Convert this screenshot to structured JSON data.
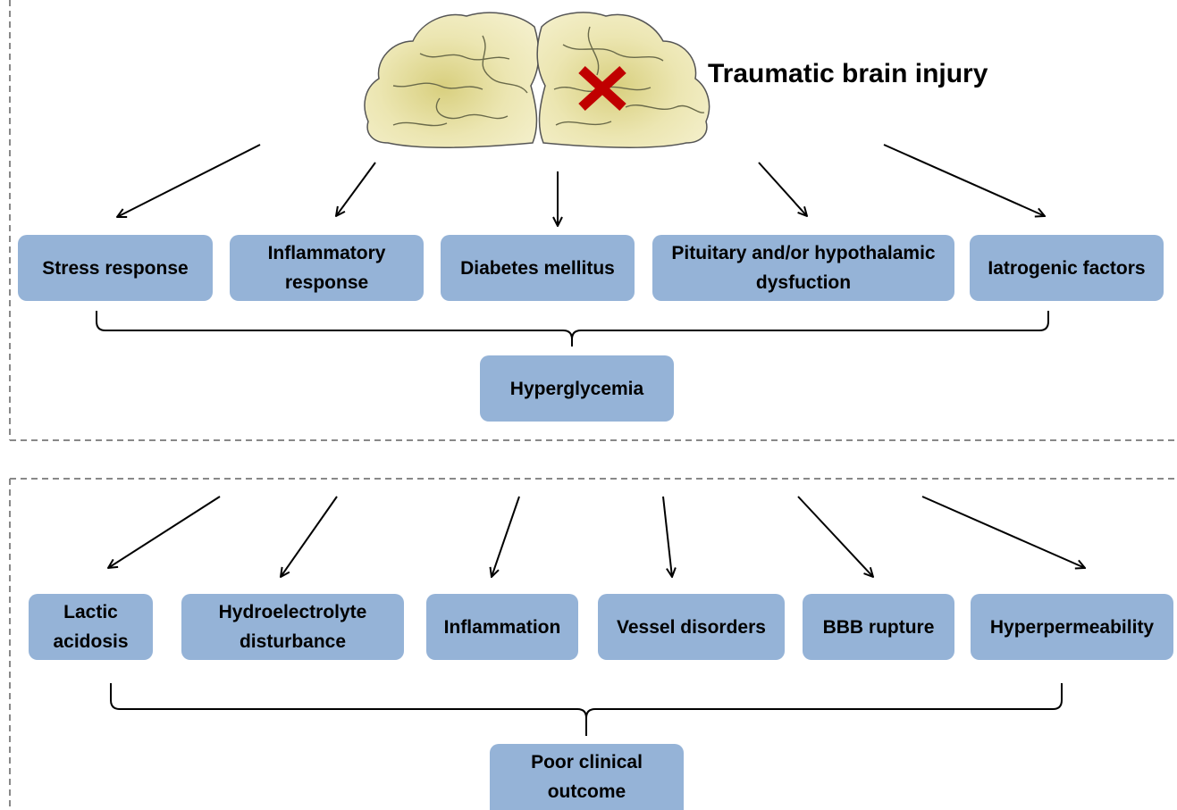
{
  "title": "Traumatic brain injury",
  "causes": [
    "Stress response",
    "Inflammatory response",
    "Diabetes mellitus",
    "Pituitary and/or hypothalamic dysfuction",
    "Iatrogenic factors"
  ],
  "center": "Hyperglycemia",
  "effects": [
    "Lactic acidosis",
    "Hydroelectrolyte disturbance",
    "Inflammation",
    "Vessel disorders",
    "BBB rupture",
    "Hyperpermeability"
  ],
  "outcome": "Poor clinical outcome",
  "colors": {
    "box": "#95b3d7",
    "brain_fill": "#f2eec0",
    "brain_shade": "#c9c06a",
    "cross": "#c00000",
    "dash": "#888888"
  },
  "icons": {
    "brain": "brain-icon",
    "cross": "cross-mark-icon"
  }
}
